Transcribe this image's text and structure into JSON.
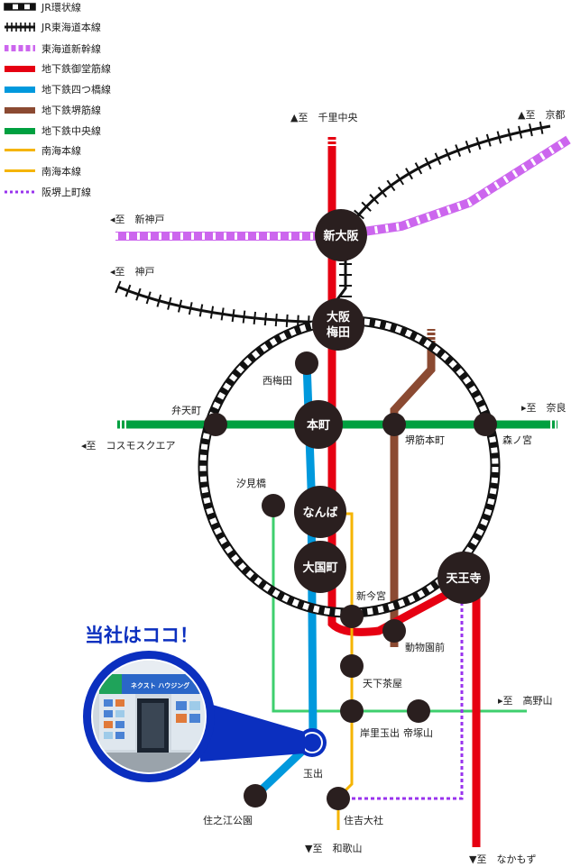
{
  "legend": [
    {
      "id": "jr_loop",
      "label": "JR環状線",
      "style": "loop",
      "color": "#111111"
    },
    {
      "id": "jr_tokaido",
      "label": "JR東海道本線",
      "style": "rail",
      "color": "#111111"
    },
    {
      "id": "shinkansen",
      "label": "東海道新幹線",
      "style": "dash",
      "color": "#cc66ee"
    },
    {
      "id": "midosuji",
      "label": "地下鉄御堂筋線",
      "style": "solid",
      "color": "#e60012"
    },
    {
      "id": "yotsubashi",
      "label": "地下鉄四つ橋線",
      "style": "solid",
      "color": "#0099dd"
    },
    {
      "id": "sakaisuji",
      "label": "地下鉄堺筋線",
      "style": "solid",
      "color": "#8b4a32"
    },
    {
      "id": "chuo",
      "label": "地下鉄中央線",
      "style": "solid",
      "color": "#00a040"
    },
    {
      "id": "nankai1",
      "label": "南海本線",
      "style": "solid",
      "color": "#f5b400"
    },
    {
      "id": "nankai2",
      "label": "南海本線",
      "style": "solid",
      "color": "#f5b400"
    },
    {
      "id": "hankai",
      "label": "阪堺上町線",
      "style": "dot",
      "color": "#9933ee"
    }
  ],
  "colors": {
    "midosuji": "#e60012",
    "yotsubashi": "#0099dd",
    "sakaisuji": "#8b4a32",
    "chuo": "#00a040",
    "nankai": "#f5b400",
    "hankai": "#9933ee",
    "shinkansen": "#cc66ee",
    "light_green": "#3ecf6e",
    "station": "#2a1f1f",
    "accent": "#0b2fbf"
  },
  "directions": {
    "senri": "▲至　千里中央",
    "kyoto": "▲至　京都",
    "shinkobe": "◂至　新神戸",
    "kobe": "◂至　神戸",
    "nara": "▸至　奈良",
    "cosmo": "◂至　コスモスクエア",
    "koyasan": "▸至　高野山",
    "wakayama": "▼至　和歌山",
    "nakamozu": "▼至　なかもず"
  },
  "stations": {
    "shin_osaka": "新大阪",
    "umeda_1": "大阪",
    "umeda_2": "梅田",
    "honmachi": "本町",
    "namba": "なんば",
    "daikokucho": "大国町",
    "tennoji": "天王寺",
    "nishiumeda": "西梅田",
    "bentencho": "弁天町",
    "sakaisuji_honmachi": "堺筋本町",
    "morinomiya": "森ノ宮",
    "shiomibashi": "汐見橋",
    "shin_imamiya": "新今宮",
    "dobutsuen": "動物園前",
    "tengachaya": "天下茶屋",
    "kishinosato": "岸里玉出",
    "tezukayama": "帝塚山",
    "tamade": "玉出",
    "suminoe": "住之江公園",
    "sumiyoshi": "住吉大社"
  },
  "callout": {
    "headline": "当社はココ！",
    "photo_sign": "ネクスト ハウジング"
  }
}
